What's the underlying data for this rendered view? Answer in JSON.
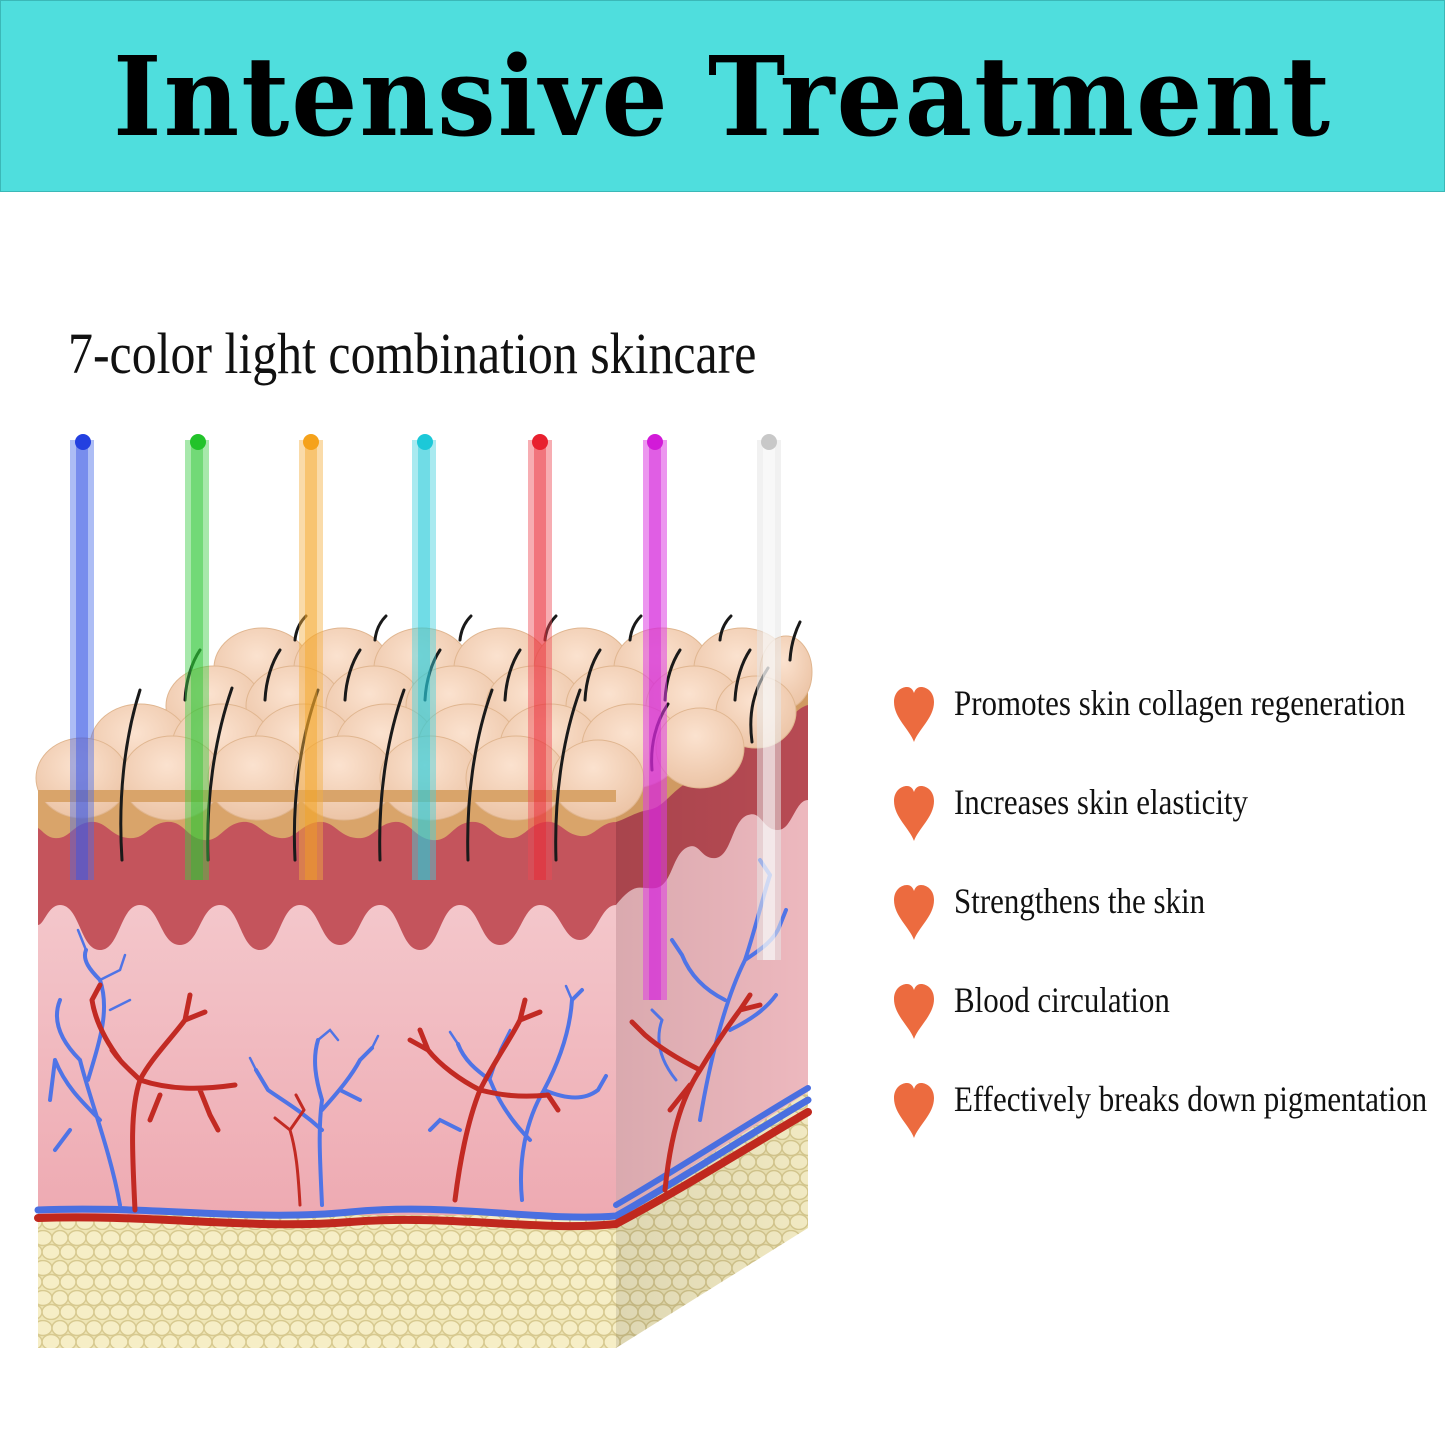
{
  "header": {
    "title": "Intensive Treatment",
    "background_color": "#4fdedd"
  },
  "subtitle": "7-color light combination skincare",
  "light_beams": [
    {
      "color": "blue",
      "hex": "#2340e0"
    },
    {
      "color": "green",
      "hex": "#22c32a"
    },
    {
      "color": "orange",
      "hex": "#f5a21b"
    },
    {
      "color": "cyan",
      "hex": "#1cc8d8"
    },
    {
      "color": "red",
      "hex": "#e8202e"
    },
    {
      "color": "purple",
      "hex": "#d21ad8"
    },
    {
      "color": "white",
      "hex": "#c8c8c8"
    }
  ],
  "benefits": [
    {
      "label": "Promotes skin collagen regeneration",
      "icon": "heart-icon"
    },
    {
      "label": "Increases skin elasticity",
      "icon": "heart-icon"
    },
    {
      "label": "Strengthens the skin",
      "icon": "heart-icon"
    },
    {
      "label": "Blood circulation",
      "icon": "heart-icon"
    },
    {
      "label": "Effectively breaks down pigmentation",
      "icon": "heart-icon"
    }
  ],
  "accent_color": "#ec6b3f"
}
